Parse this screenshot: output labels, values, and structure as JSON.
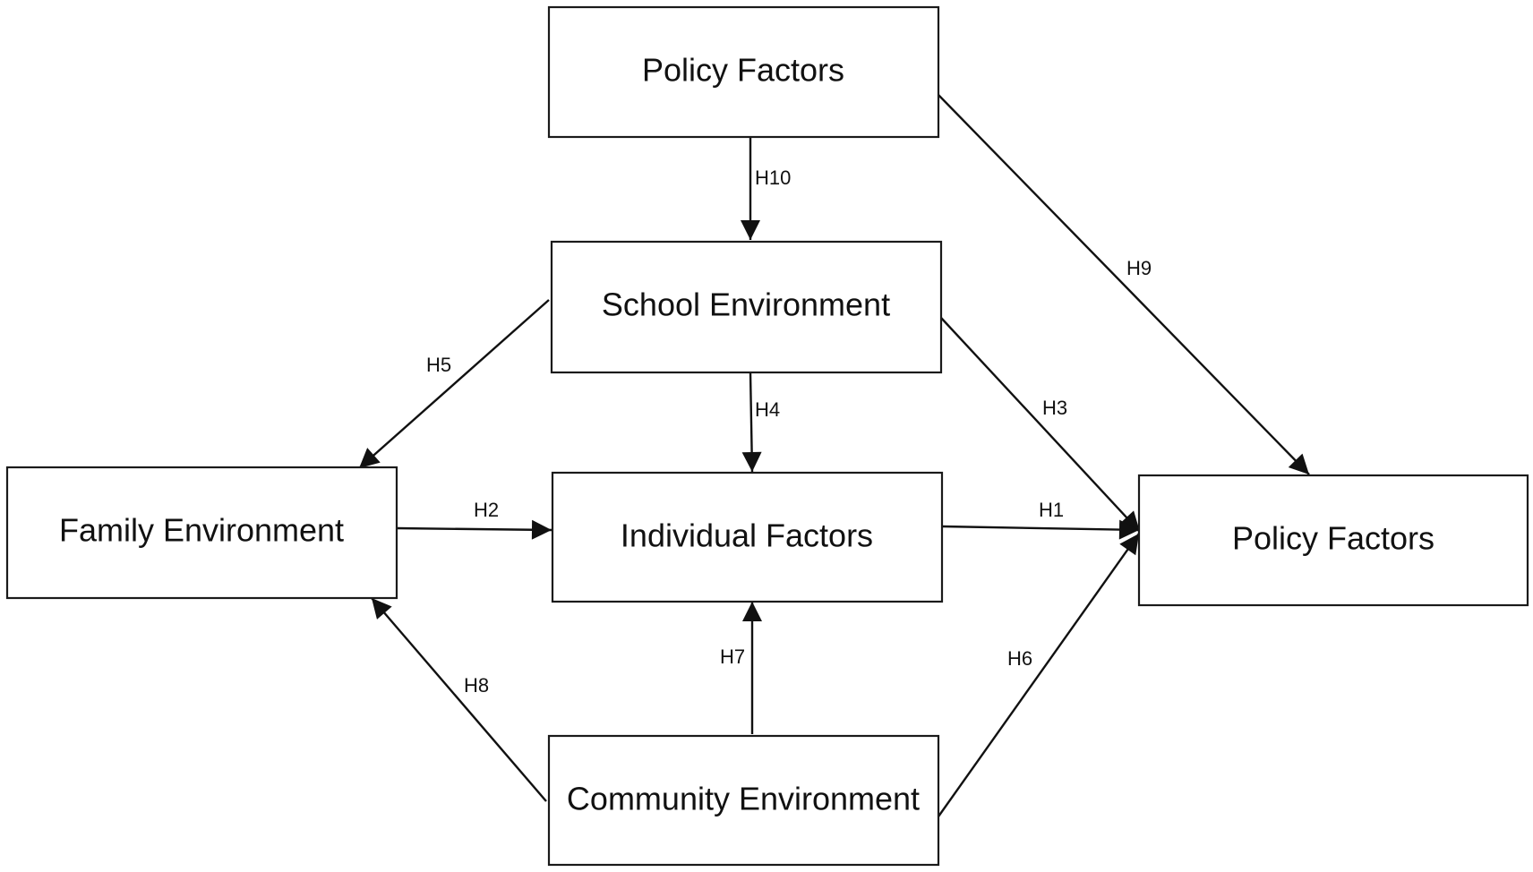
{
  "nodes": {
    "policy_top": {
      "label": "Policy Factors"
    },
    "school": {
      "label": "School Environment"
    },
    "family": {
      "label": "Family Environment"
    },
    "individual": {
      "label": "Individual Factors"
    },
    "policy_right": {
      "label": "Policy Factors"
    },
    "community": {
      "label": "Community Environment"
    }
  },
  "edges": {
    "h1": {
      "label": "H1",
      "from": "Individual Factors",
      "to": "Policy Factors"
    },
    "h2": {
      "label": "H2",
      "from": "Family Environment",
      "to": "Individual Factors"
    },
    "h3": {
      "label": "H3",
      "from": "School Environment",
      "to": "Policy Factors"
    },
    "h4": {
      "label": "H4",
      "from": "School Environment",
      "to": "Individual Factors"
    },
    "h5": {
      "label": "H5",
      "from": "School Environment",
      "to": "Family Environment"
    },
    "h6": {
      "label": "H6",
      "from": "Community Environment",
      "to": "Policy Factors"
    },
    "h7": {
      "label": "H7",
      "from": "Community Environment",
      "to": "Individual Factors"
    },
    "h8": {
      "label": "H8",
      "from": "Community Environment",
      "to": "Family Environment"
    },
    "h9": {
      "label": "H9",
      "from": "Policy Factors",
      "to": "Policy Factors"
    },
    "h10": {
      "label": "H10",
      "from": "Policy Factors",
      "to": "School Environment"
    }
  },
  "colors": {
    "line": "#111111",
    "box_fill": "#ffffff",
    "background": "#ffffff"
  }
}
